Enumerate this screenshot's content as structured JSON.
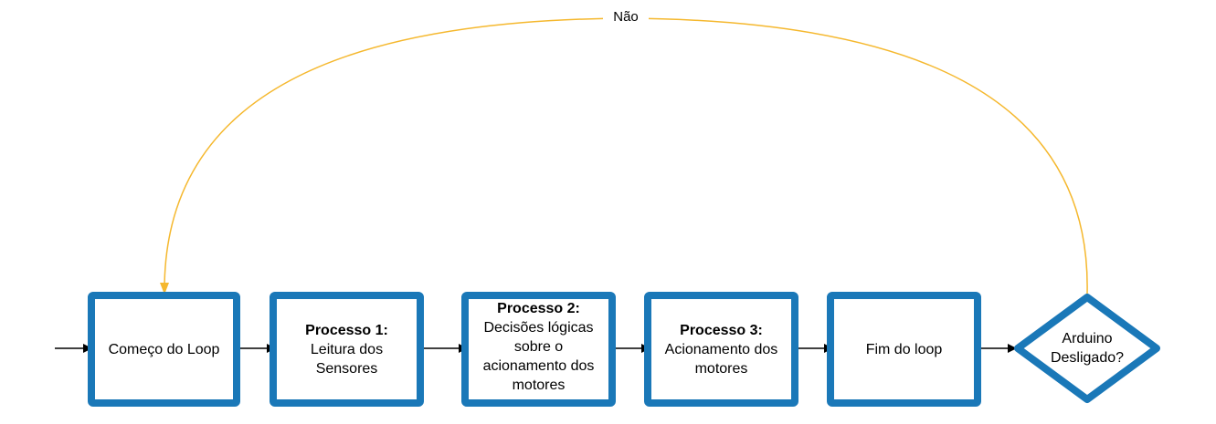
{
  "colors": {
    "node_border": "#1a78b8",
    "loop_arrow": "#f5b82e",
    "flow_arrow": "#000000"
  },
  "nodes": {
    "start": {
      "text": "Começo do Loop"
    },
    "process1": {
      "title": "Processo 1:",
      "lines": [
        "Leitura dos",
        "Sensores"
      ]
    },
    "process2": {
      "title": "Processo 2:",
      "lines": [
        "Decisões lógicas",
        "sobre o",
        "acionamento dos",
        "motores"
      ]
    },
    "process3": {
      "title": "Processo 3:",
      "lines": [
        "Acionamento dos",
        "motores"
      ]
    },
    "end": {
      "text": "Fim do loop"
    },
    "decision": {
      "lines": [
        "Arduino",
        "Desligado?"
      ]
    }
  },
  "edges": {
    "loop_back_label": "Não"
  }
}
